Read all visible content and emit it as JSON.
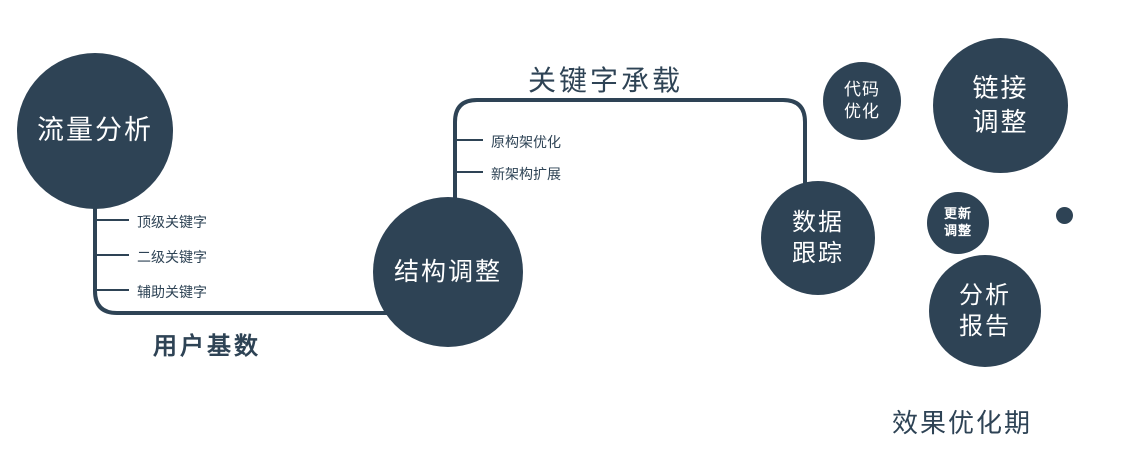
{
  "colors": {
    "primary": "#2e4355",
    "node_text": "#ffffff",
    "background": "#ffffff"
  },
  "nodes": {
    "traffic": {
      "label": "流量分析"
    },
    "structure": {
      "label": "结构调整"
    },
    "data_tracking": {
      "line1": "数据",
      "line2": "跟踪"
    },
    "code_optimization": {
      "line1": "代码",
      "line2": "优化"
    },
    "link_adjustment": {
      "line1": "链接",
      "line2": "调整"
    },
    "update_adjustment": {
      "line1": "更新",
      "line2": "调整"
    },
    "analysis_report": {
      "line1": "分析",
      "line2": "报告"
    }
  },
  "edge_labels": {
    "user_base": "用户基数",
    "keyword_carry": "关键字承载"
  },
  "branches": {
    "traffic": [
      "顶级关键字",
      "二级关键字",
      "辅助关键字"
    ],
    "structure": [
      "原构架优化",
      "新架构扩展"
    ]
  },
  "footer": {
    "label": "效果优化期"
  }
}
